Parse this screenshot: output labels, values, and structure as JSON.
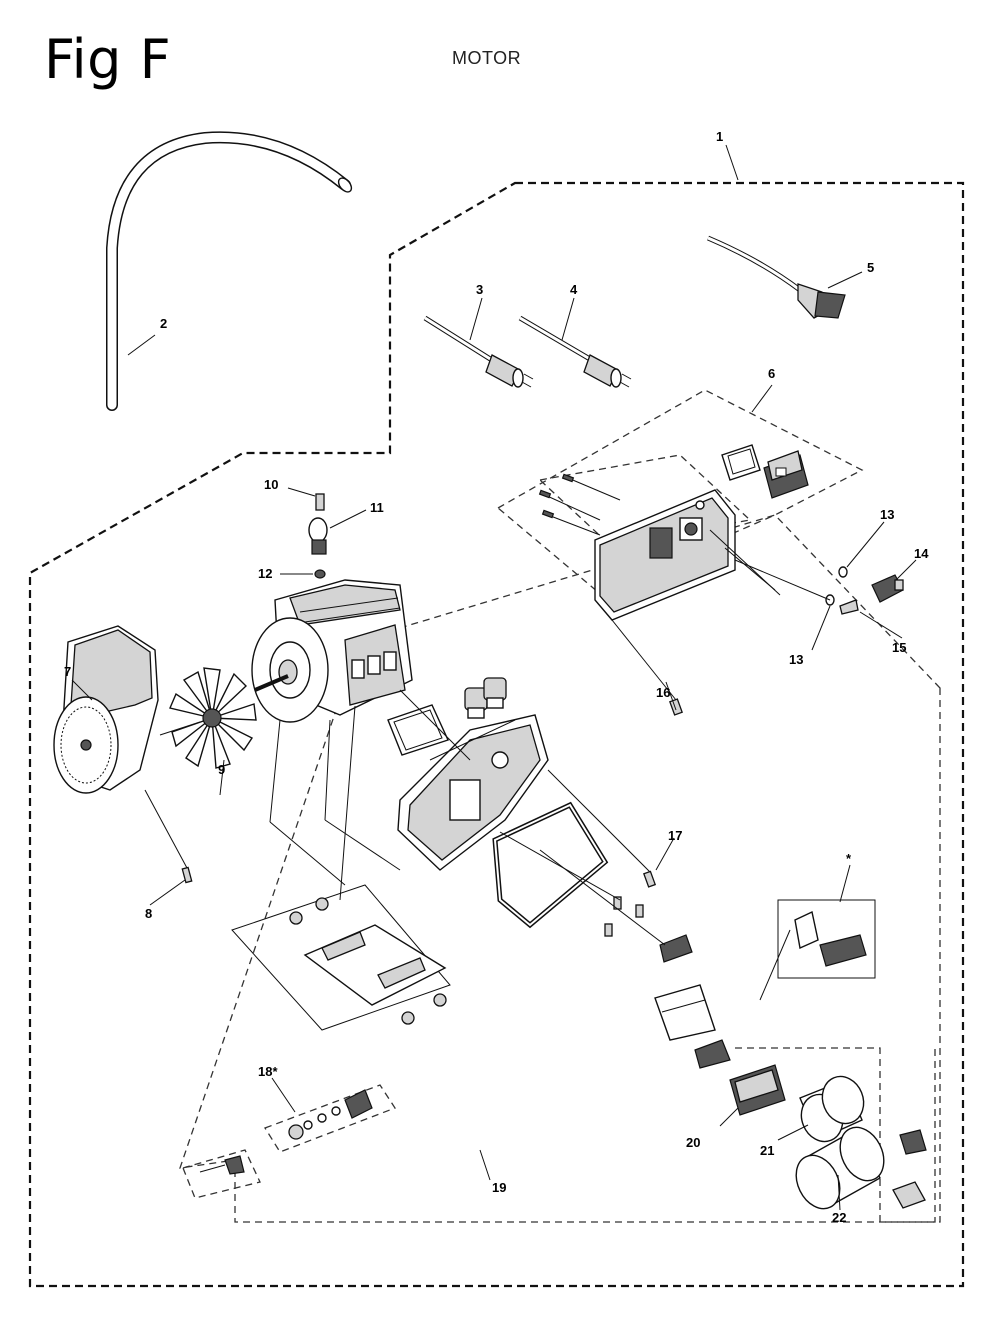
{
  "figure": {
    "title": "Fig F",
    "subtitle": "MOTOR"
  },
  "callouts": [
    {
      "id": "c1",
      "text": "1"
    },
    {
      "id": "c2",
      "text": "2"
    },
    {
      "id": "c3",
      "text": "3"
    },
    {
      "id": "c4",
      "text": "4"
    },
    {
      "id": "c5",
      "text": "5"
    },
    {
      "id": "c6",
      "text": "6"
    },
    {
      "id": "c7",
      "text": "7"
    },
    {
      "id": "c8",
      "text": "8"
    },
    {
      "id": "c9",
      "text": "9"
    },
    {
      "id": "c10",
      "text": "10"
    },
    {
      "id": "c11",
      "text": "11"
    },
    {
      "id": "c12",
      "text": "12"
    },
    {
      "id": "c13a",
      "text": "13"
    },
    {
      "id": "c13b",
      "text": "13"
    },
    {
      "id": "c14",
      "text": "14"
    },
    {
      "id": "c15",
      "text": "15"
    },
    {
      "id": "c16",
      "text": "16"
    },
    {
      "id": "c17",
      "text": "17"
    },
    {
      "id": "c18",
      "text": "18*"
    },
    {
      "id": "c19",
      "text": "19"
    },
    {
      "id": "c20",
      "text": "20"
    },
    {
      "id": "c21",
      "text": "21"
    },
    {
      "id": "c22",
      "text": "22"
    },
    {
      "id": "cstar",
      "text": "*"
    }
  ]
}
